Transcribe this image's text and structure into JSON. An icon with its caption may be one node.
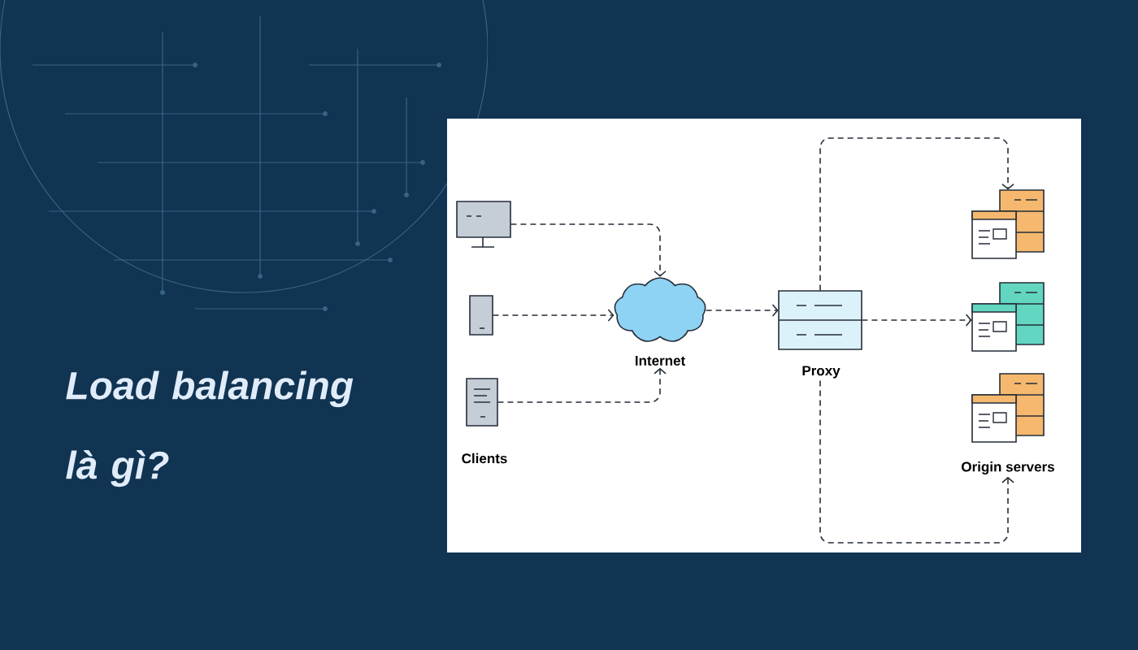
{
  "diagram": {
    "title": "Load balancing là gì?",
    "nodes": [
      {
        "text": [],
        "shape": "picture"
      },
      {
        "text": [],
        "shape": "picture"
      },
      {
        "text": [],
        "shape": "picture"
      },
      {
        "text": [
          "Internet"
        ]
      },
      {
        "text": [
          "Proxy"
        ]
      },
      {
        "text": [],
        "shape": "picture"
      },
      {
        "text": [],
        "shape": "picture"
      },
      {
        "text": [],
        "shape": "picture",
        "beside": [
          "Origin servers"
        ]
      }
    ],
    "edges": [
      {
        "from": 0,
        "to": 3,
        "arrow": "to"
      },
      {
        "from": 1,
        "to": 3,
        "arrow": "to"
      },
      {
        "from": 2,
        "to": 3,
        "arrow": "to"
      },
      {
        "from": 3,
        "to": 4,
        "arrow": "to"
      },
      {
        "from": 4,
        "to": 5,
        "arrow": "to"
      },
      {
        "from": 4,
        "to": 6,
        "arrow": "to"
      },
      {
        "from": 4,
        "to": 7,
        "arrow": "to"
      }
    ],
    "labels": [
      "Clients"
    ]
  }
}
